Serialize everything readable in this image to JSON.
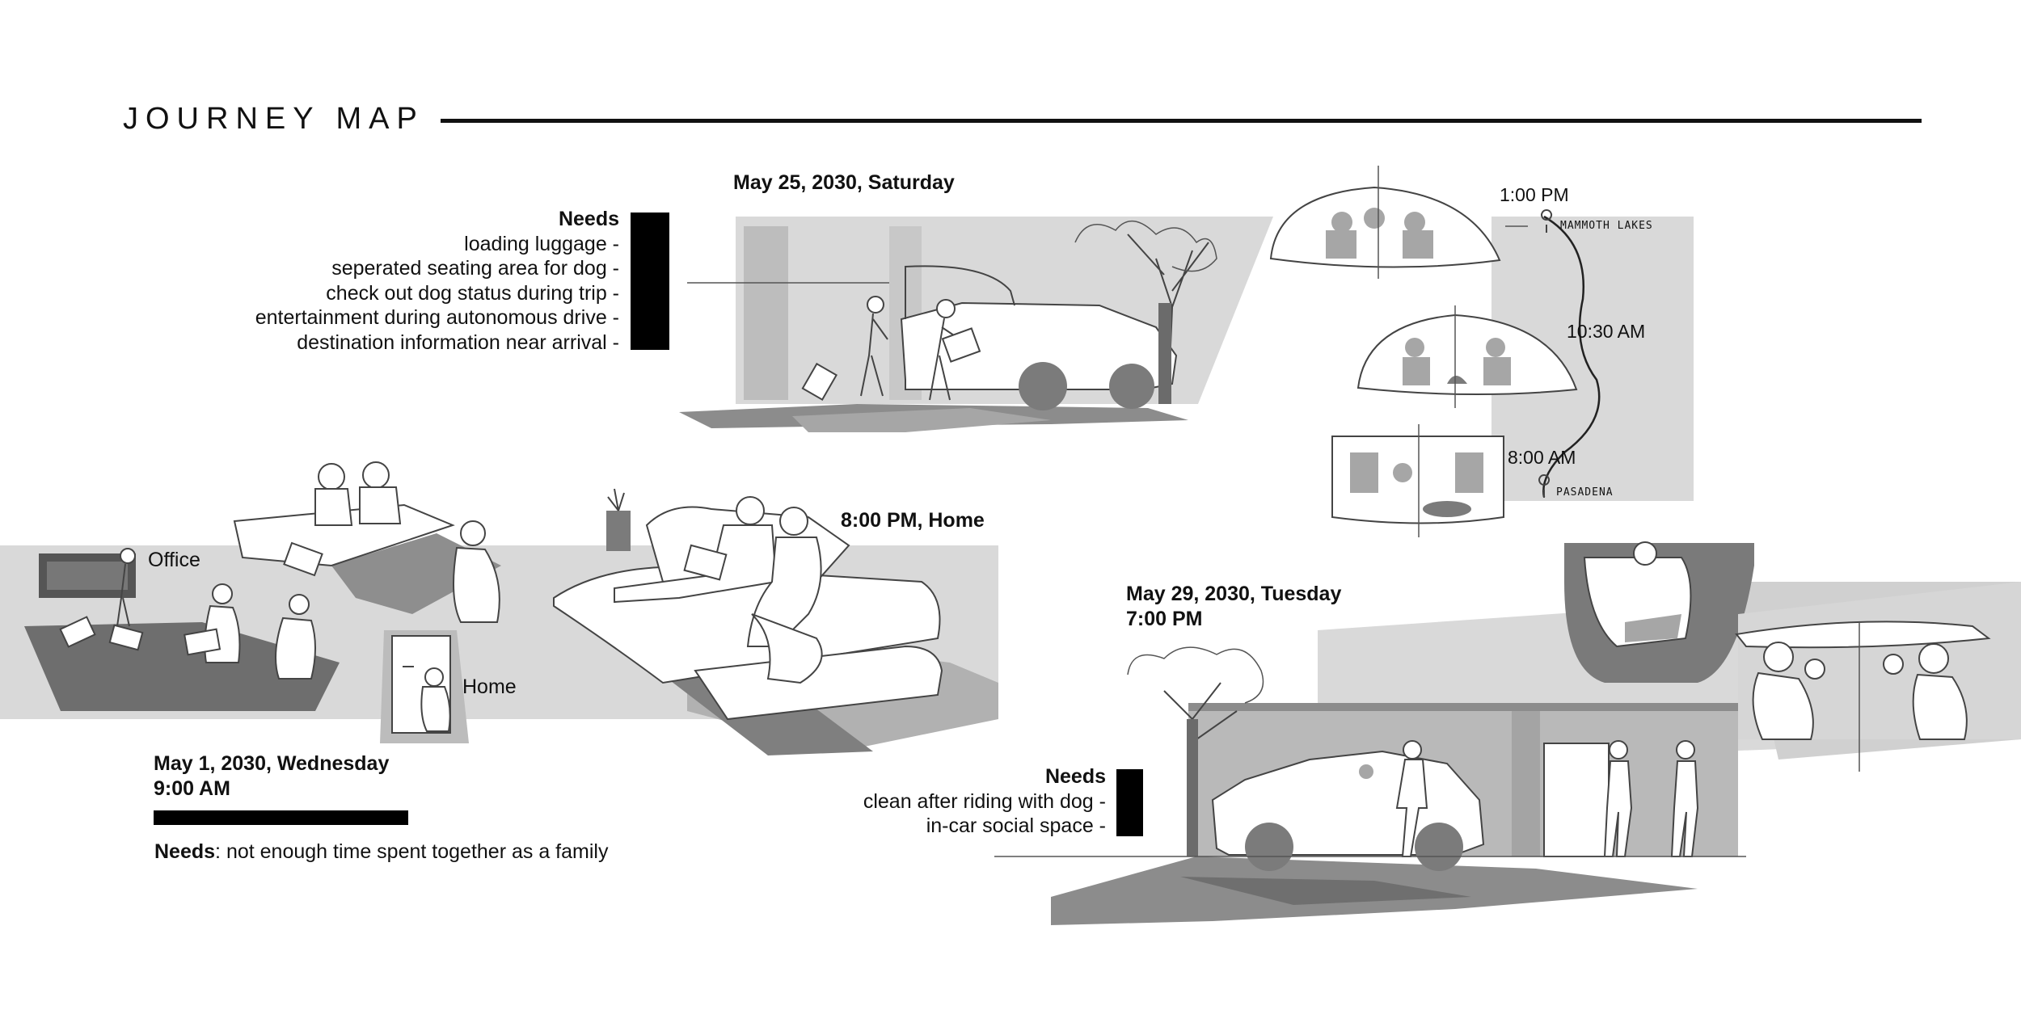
{
  "header": {
    "title": "JOURNEY MAP"
  },
  "scene_may1": {
    "date": "May 1, 2030, Wednesday",
    "time": "9:00 AM",
    "needs_label": "Needs",
    "needs_text": ": not enough time spent together as a family",
    "label_office": "Office",
    "label_home": "Home",
    "label_evening": "8:00 PM, Home"
  },
  "scene_may25": {
    "date": "May 25, 2030, Saturday",
    "needs_heading": "Needs",
    "needs": [
      "loading luggage -",
      "seperated seating area for dog -",
      "check out dog status during trip -",
      "entertainment during autonomous drive -",
      "destination information near arrival -"
    ],
    "timeline": {
      "times": [
        "1:00 PM",
        "10:30  AM",
        "8:00 AM"
      ],
      "start_place": "PASADENA",
      "end_place": "MAMMOTH LAKES"
    }
  },
  "scene_may29": {
    "date": "May 29, 2030, Tuesday",
    "time": "7:00 PM",
    "needs_heading": "Needs",
    "needs": [
      "clean after riding with dog -",
      "in-car social space -"
    ]
  },
  "colors": {
    "accent_bar": "#fdd5a8",
    "sketch_gray": "#d9d9d9",
    "ink": "#111111"
  }
}
